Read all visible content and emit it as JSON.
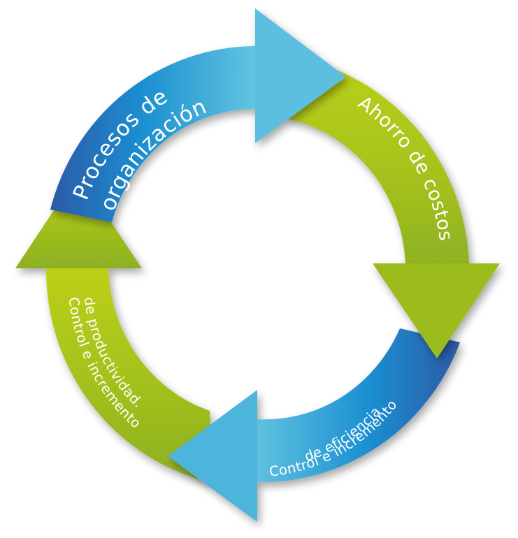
{
  "diagram": {
    "type": "cycle",
    "direction": "clockwise",
    "steps": [
      {
        "id": "procesos",
        "position": "top",
        "lines": [
          "Procesos de",
          "organización"
        ],
        "color_start": "#2d5aa6",
        "color_mid": "#1b8fd1",
        "color_end": "#62c4e0"
      },
      {
        "id": "ahorro",
        "position": "right",
        "lines": [
          "Ahorro de costos"
        ],
        "color_start": "#bccf18",
        "color_mid": "#a9c41c",
        "color_end": "#8fb222"
      },
      {
        "id": "eficiencia",
        "position": "bottom",
        "lines": [
          "Control e incremento",
          "de eficiencia"
        ],
        "color_start": "#2d5aa6",
        "color_mid": "#1b8fd1",
        "color_end": "#5ec1df"
      },
      {
        "id": "productividad",
        "position": "left",
        "lines": [
          "Control e incremento",
          "de productividad."
        ],
        "color_start": "#8cb022",
        "color_mid": "#a5c21c",
        "color_end": "#bccf18"
      }
    ],
    "text_color": "#ffffff"
  }
}
